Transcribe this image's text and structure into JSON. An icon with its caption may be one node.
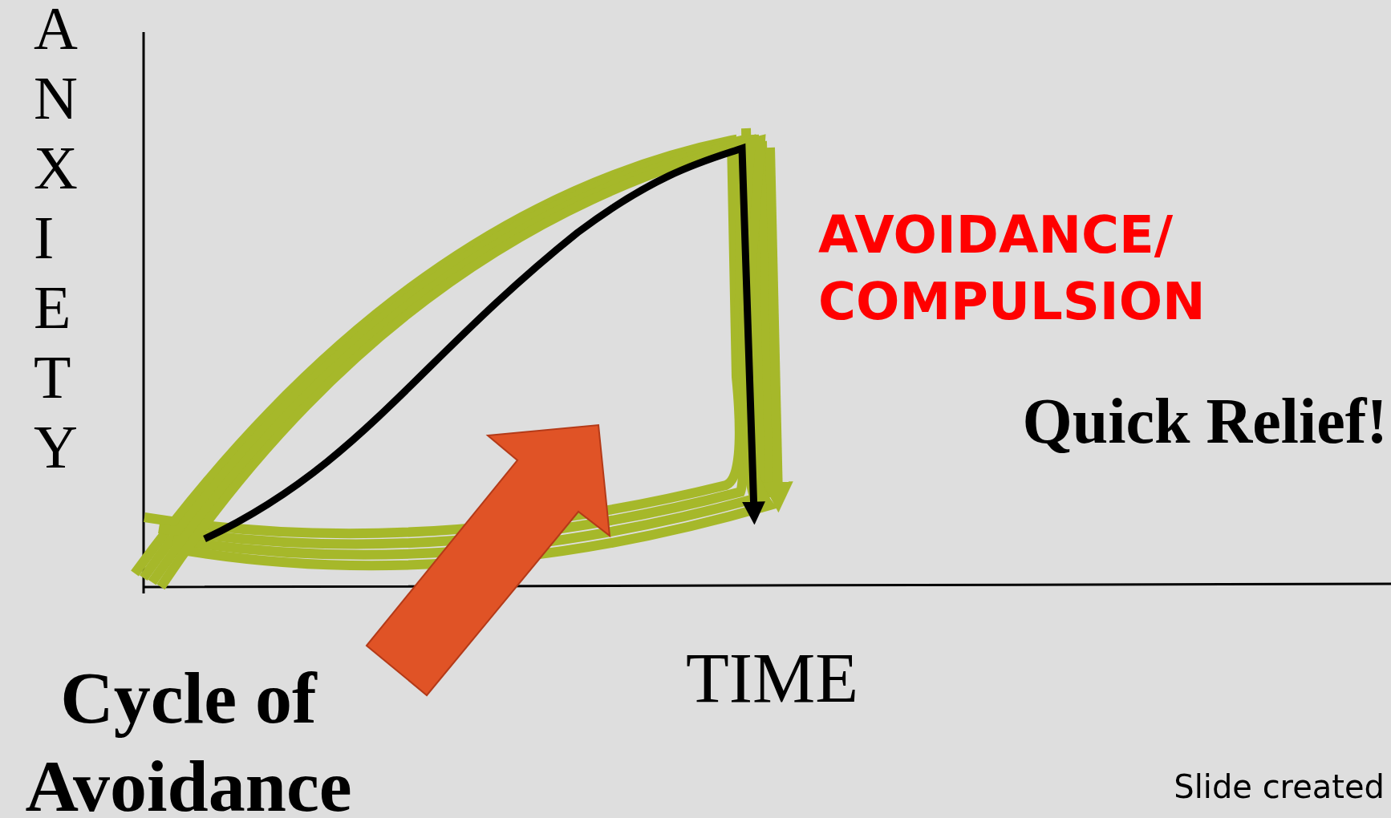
{
  "diagram": {
    "labels": [
      "ANXIETY",
      "AVOIDANCE/ COMPULSION",
      "Quick Relief!",
      "Cycle of Avoidance",
      "TIME",
      "Slide created"
    ]
  }
}
